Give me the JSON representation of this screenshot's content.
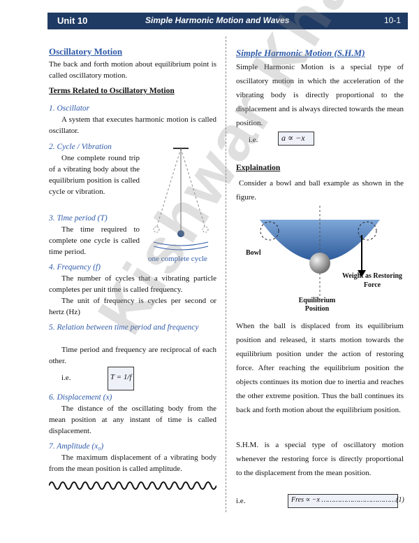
{
  "header": {
    "unit": "Unit 10",
    "title": "Simple Harmonic Motion and Waves",
    "page": "10-1"
  },
  "watermark": "Kishwar Khan",
  "left": {
    "osc_title": "Oscillatory Motion",
    "osc_text": "The back and forth motion about equilibrium point is called oscillatory motion.",
    "terms_title": "Terms Related to Oscillatory Motion",
    "t1_title": "1.  Oscillator",
    "t1_text": "A system that executes harmonic motion is called oscillator.",
    "t2_title": "2.  Cycle / Vibration",
    "t2_text": "One complete round trip of a vibrating body about the equilibrium position is called cycle or vibration.",
    "t3_title": "3.  Time period  (T)",
    "t3_text": "The time required to complete one cycle is called time period.",
    "t4_title": "4.  Frequency  (f)",
    "t4_text1": "The number of cycles that a vibrating particle completes per unit time is called frequency.",
    "t4_text2": "The unit of frequency is cycles per second or hertz (Hz)",
    "t5_title": "5.  Relation between time period and frequency",
    "t5_text": "Time period and frequency are reciprocal of each other.",
    "t5_ie": "i.e.",
    "t5_formula": "T = 1/f",
    "t6_title": "6.  Displacement  (x)",
    "t6_text": "The distance of the oscillating body from the mean position at any instant of time is called displacement.",
    "t7_title": "7.  Amplitude  (x₀)",
    "t7_text": "The maximum displacement of a vibrating body from the mean position is called amplitude.",
    "pendulum_caption": "one complete cycle"
  },
  "right": {
    "shm_title": "Simple Harmonic Motion (S.H.M)",
    "shm_text": "Simple Harmonic Motion is a special type of oscillatory motion in which the acceleration of the vibrating body is directly proportional to the displacement and is always directed towards the mean position.",
    "ie1": "i.e.",
    "formula1": "a ∝ −x",
    "expl_title": "Explaination",
    "expl_text": "Consider a bowl and ball example as shown in the figure.",
    "fig_bowl": "Bowl",
    "fig_weight": "Weight as Restoring Force",
    "fig_eq": "Equilibrium Position",
    "para1": "When the ball is displaced from its equilibrium position and released, it starts motion towards the equilibrium position under the action of restoring force. After reaching the equilibrium position the objects continues its motion due to inertia and reaches the other extreme position. Thus the ball continues its back and forth motion about the equilibrium position.",
    "para2": "S.H.M. is a special type of oscillatory motion whenever the restoring force is directly proportional to the displacement from the mean position.",
    "ie2": "i.e.",
    "formula2": "Fres ∝ −x ………………………………(1)"
  }
}
